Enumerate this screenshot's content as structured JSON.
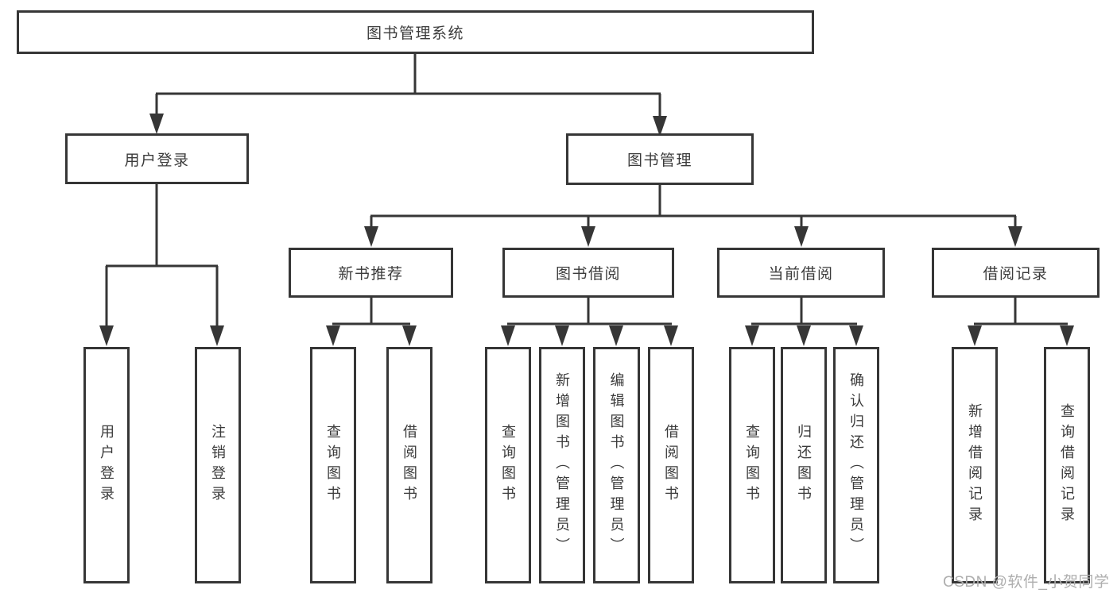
{
  "tree": {
    "root": {
      "label": "图书管理系统"
    },
    "branches": [
      {
        "label": "用户登录",
        "children": [
          "用户登录",
          "注销登录"
        ]
      },
      {
        "label": "图书管理",
        "groups": [
          {
            "label": "新书推荐",
            "children": [
              "查询图书",
              "借阅图书"
            ]
          },
          {
            "label": "图书借阅",
            "children": [
              "查询图书",
              "新增图书（管理员）",
              "编辑图书（管理员）",
              "借阅图书"
            ]
          },
          {
            "label": "当前借阅",
            "children": [
              "查询图书",
              "归还图书",
              "确认归还（管理员）"
            ]
          },
          {
            "label": "借阅记录",
            "children": [
              "新增借阅记录",
              "查询借阅记录"
            ]
          }
        ]
      }
    ]
  },
  "watermark": "CSDN @软件_小贺同学",
  "colors": {
    "line": "#363636",
    "text": "#3b3b3b",
    "watermark": "#aeaeae",
    "background": "#ffffff"
  }
}
